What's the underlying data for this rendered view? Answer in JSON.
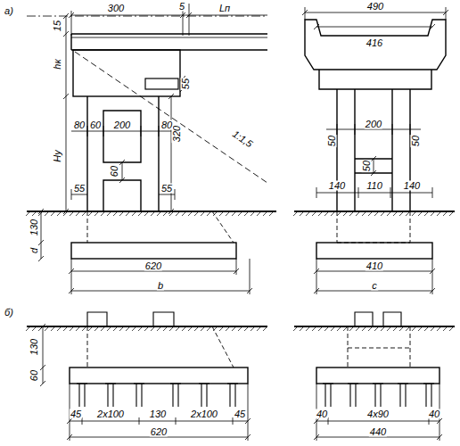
{
  "diagram": {
    "labels": [
      "а)",
      "300",
      "5",
      "Lп",
      "15",
      "hк",
      "55",
      "Hу",
      "320",
      "80",
      "60",
      "200",
      "80",
      "60",
      "55",
      "55",
      "1:1,5",
      "130",
      "d",
      "620",
      "b",
      "490",
      "416",
      "50",
      "200",
      "50",
      "50",
      "140",
      "110",
      "140",
      "410",
      "c",
      "б)",
      "130",
      "60",
      "45",
      "2x100",
      "130",
      "2x100",
      "45",
      "620",
      "40",
      "4x90",
      "40",
      "440"
    ]
  }
}
